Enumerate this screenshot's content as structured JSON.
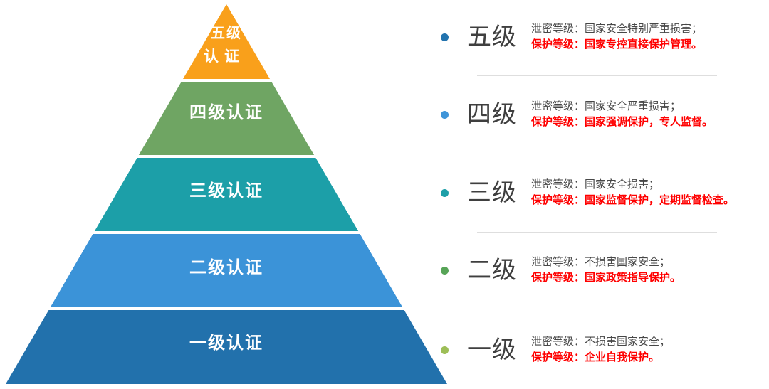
{
  "pyramid": {
    "levels": [
      {
        "name": "五级认证",
        "line1": "五级",
        "line2": "认证",
        "color": "#F9A01B"
      },
      {
        "name": "四级认证",
        "line1": "四级认证",
        "color": "#6FA563"
      },
      {
        "name": "三级认证",
        "line1": "三级认证",
        "color": "#1C9FA8"
      },
      {
        "name": "二级认证",
        "line1": "二级认证",
        "color": "#3B93D8"
      },
      {
        "name": "一级认证",
        "line1": "一级认证",
        "color": "#2271AC"
      }
    ]
  },
  "legend": {
    "items": [
      {
        "level": "五级",
        "bullet_color": "#2273AE",
        "leak_line": "泄密等级：国家安全特别严重损害；",
        "protect_line": "保护等级：国家专控直接保护管理。"
      },
      {
        "level": "四级",
        "bullet_color": "#3E95D9",
        "leak_line": "泄密等级：国家安全严重损害；",
        "protect_line": "保护等级：国家强调保护，专人监督。"
      },
      {
        "level": "三级",
        "bullet_color": "#1E9FA8",
        "leak_line": "泄密等级：国家安全损害；",
        "protect_line": "保护等级：国家监督保护，定期监督检查。"
      },
      {
        "level": "二级",
        "bullet_color": "#57A457",
        "leak_line": "泄密等级：不损害国家安全；",
        "protect_line": "保护等级：国家政策指导保护。"
      },
      {
        "level": "一级",
        "bullet_color": "#9DBE57",
        "leak_line": "泄密等级：不损害国家安全；",
        "protect_line": "保护等级：企业自我保护。"
      }
    ]
  },
  "colors": {
    "separator": "#DEDEDE",
    "red_text": "#FF0000",
    "dark_text": "#474747",
    "label_gray": "#3F3F3F"
  }
}
